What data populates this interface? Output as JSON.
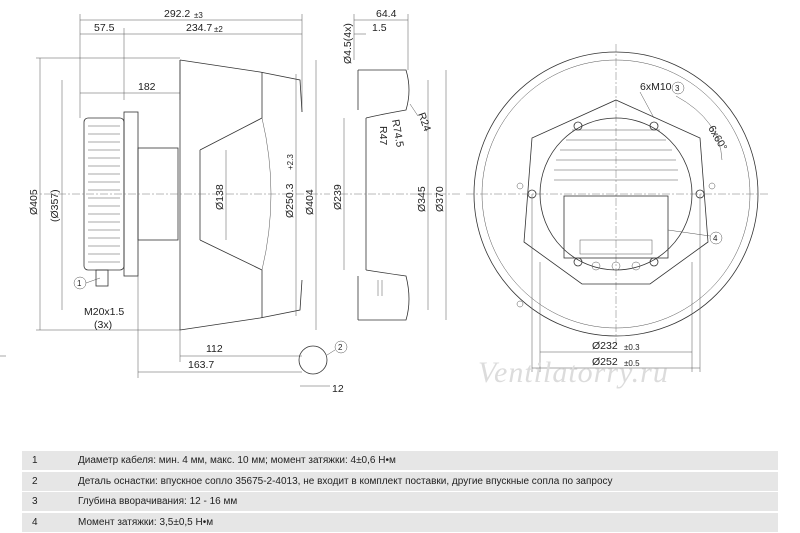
{
  "watermark": "Ventilatorry.ru",
  "dims": {
    "overall_depth": "292.2",
    "overall_depth_tol": "±3",
    "d57": "57.5",
    "d234": "234.7",
    "d234_tol": "±2",
    "d182": "182",
    "d405": "Ø405",
    "d357": "(Ø357)",
    "d138": "Ø138",
    "d250": "Ø250.3",
    "d250_tol": "+2.3",
    "d404": "Ø404",
    "m20": "M20x1.5",
    "m20_qty": "(3x)",
    "d112": "112",
    "d163": "163.7",
    "d12": "12",
    "d64": "64.4",
    "d1_5": "1.5",
    "d4_5": "Ø4.5(4x)",
    "r24": "R24",
    "r74": "R74.5",
    "r47": "R47",
    "d239": "Ø239",
    "d345": "Ø345",
    "d370": "Ø370",
    "m10": "6xM10",
    "angle": "6x60°",
    "d232": "Ø232",
    "d232_tol": "±0.3",
    "d252": "Ø252",
    "d252_tol": "±0.5"
  },
  "callouts": [
    "1",
    "2",
    "3",
    "4"
  ],
  "notes": [
    {
      "num": "1",
      "text": "Диаметр кабеля: мин. 4 мм, макс. 10 мм; момент затяжки: 4±0,6 Н•м"
    },
    {
      "num": "2",
      "text": "Деталь оснастки: впускное сопло 35675-2-4013, не входит в комплект поставки, другие впускные сопла по запросу"
    },
    {
      "num": "3",
      "text": "Глубина вворачивания: 12 - 16 мм"
    },
    {
      "num": "4",
      "text": "Момент затяжки: 3,5±0,5 Н•м"
    }
  ]
}
